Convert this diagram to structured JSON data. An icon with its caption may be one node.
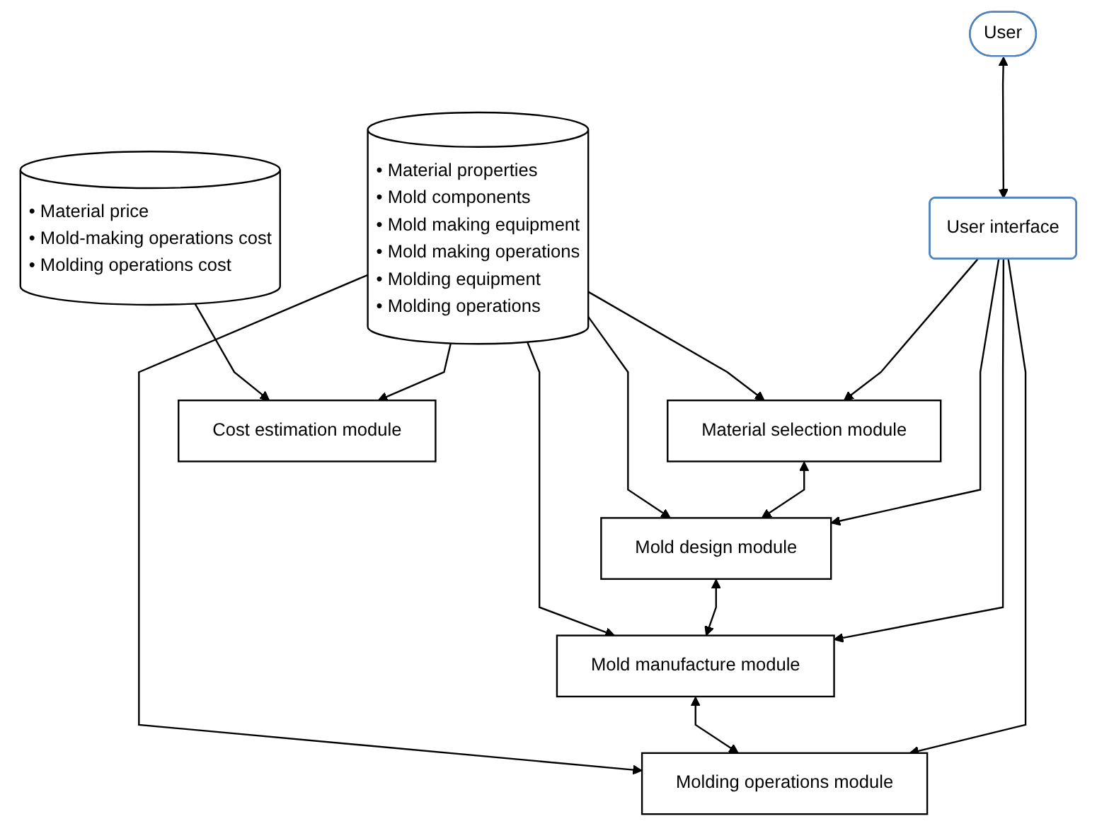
{
  "diagram": {
    "nodes": [
      {
        "text": [
          "User"
        ]
      },
      {
        "text": [
          "User interface"
        ]
      },
      {
        "text": [
          "Material selection module"
        ]
      },
      {
        "text": [
          "Mold design module"
        ]
      },
      {
        "text": [
          "Mold manufacture module"
        ]
      },
      {
        "text": [
          "Molding operations module"
        ]
      },
      {
        "text": [
          "Cost estimation module"
        ]
      },
      {
        "text": [
          "• Material price",
          "• Mold-making operations cost",
          "• Molding operations cost"
        ]
      },
      {
        "text": [
          "• Material properties",
          "• Mold components",
          "• Mold making equipment",
          "• Mold making operations",
          "• Molding equipment",
          "• Molding operations"
        ]
      }
    ],
    "edges": [
      {
        "from": 0,
        "to": 1,
        "arrow": "both"
      },
      {
        "from": 1,
        "to": 2,
        "arrow": "to"
      },
      {
        "from": 1,
        "to": 3,
        "arrow": "to"
      },
      {
        "from": 1,
        "to": 4,
        "arrow": "to"
      },
      {
        "from": 1,
        "to": 5,
        "arrow": "to"
      },
      {
        "from": 2,
        "to": 3,
        "arrow": "both"
      },
      {
        "from": 3,
        "to": 4,
        "arrow": "both"
      },
      {
        "from": 4,
        "to": 5,
        "arrow": "both"
      },
      {
        "from": 8,
        "to": 2,
        "arrow": "to"
      },
      {
        "from": 8,
        "to": 3,
        "arrow": "to"
      },
      {
        "from": 8,
        "to": 4,
        "arrow": "to"
      },
      {
        "from": 8,
        "to": 5,
        "arrow": "to"
      },
      {
        "from": 8,
        "to": 6,
        "arrow": "to"
      },
      {
        "from": 7,
        "to": 6,
        "arrow": "to"
      }
    ]
  }
}
